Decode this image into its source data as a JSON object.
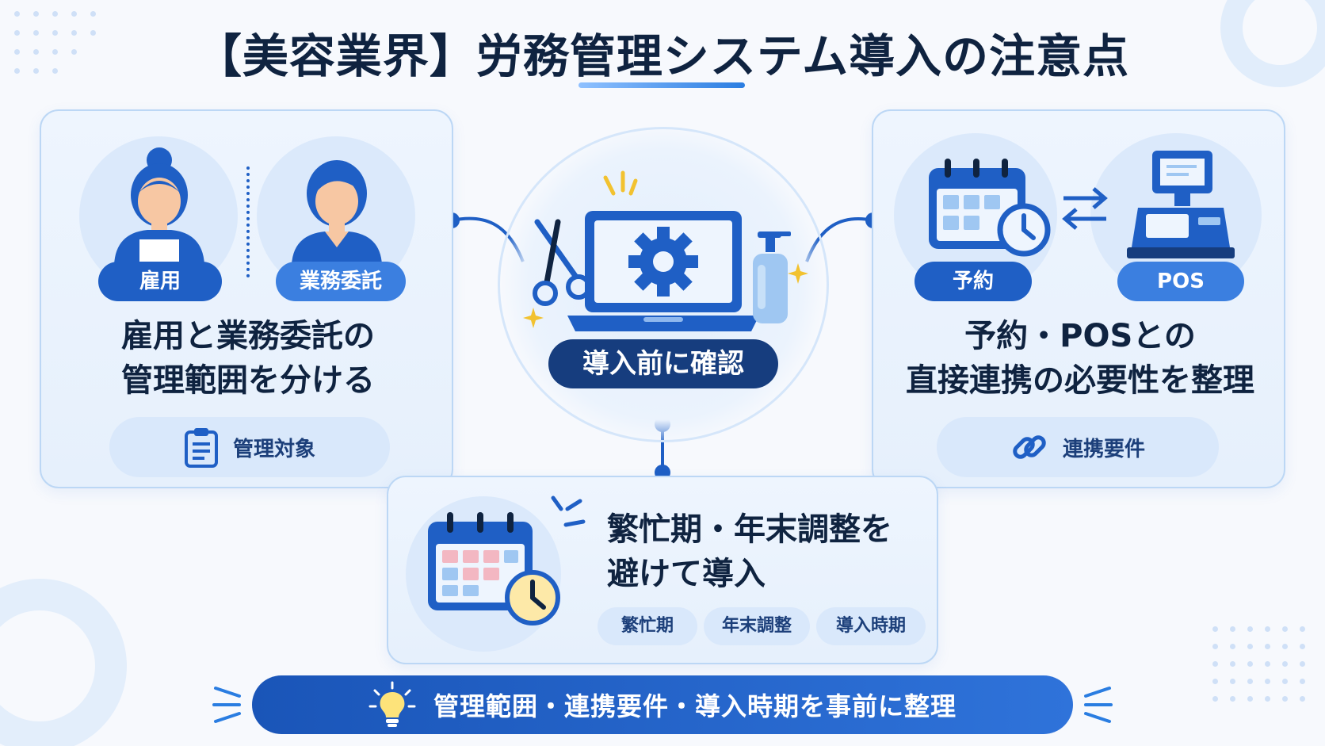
{
  "title": "【美容業界】労務管理システム導入の注意点",
  "left_panel": {
    "pill_employment": "雇用",
    "pill_outsourcing": "業務委託",
    "heading_line1": "雇用と業務委託の",
    "heading_line2": "管理範囲を分ける",
    "footer_label": "管理対象",
    "footer_icon": "clipboard-icon"
  },
  "center": {
    "pill_label": "導入前に確認",
    "icons": [
      "scissors-icon",
      "laptop-gear-icon",
      "pump-bottle-icon"
    ]
  },
  "right_panel": {
    "pill_reservation": "予約",
    "pill_pos": "POS",
    "heading_line1": "予約・POSとの",
    "heading_line2": "直接連携の必要性を整理",
    "footer_label": "連携要件",
    "footer_icon": "link-icon"
  },
  "bottom_panel": {
    "heading_line1": "繁忙期・年末調整を",
    "heading_line2": "避けて導入",
    "tags": [
      "繁忙期",
      "年末調整",
      "導入時期"
    ],
    "icon": "calendar-clock-icon"
  },
  "banner": {
    "label": "管理範囲・連携要件・導入時期を事前に整理",
    "icon": "lightbulb-icon"
  },
  "colors": {
    "primary": "#1f5fc5",
    "accent": "#3b7fe0",
    "panel_bg": "#eef5fe",
    "text_dark": "#0f2340"
  }
}
